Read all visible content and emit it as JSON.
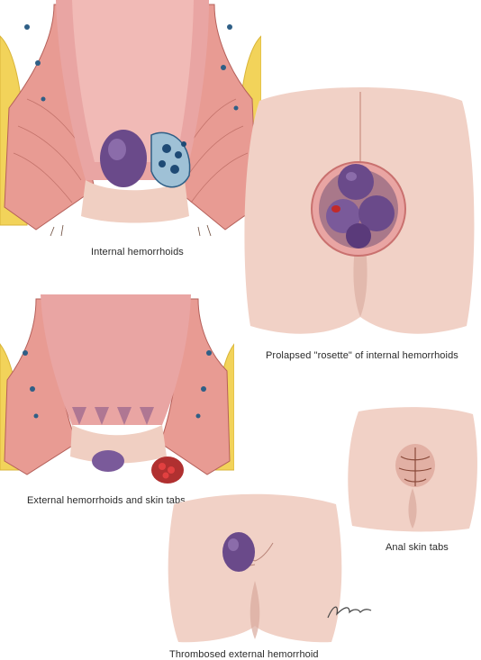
{
  "captions": {
    "internal": "Internal hemorrhoids",
    "prolapsed": "Prolapsed \"rosette\" of internal hemorrhoids",
    "external": "External hemorrhoids and skin tabs",
    "anal_tabs": "Anal skin tabs",
    "thrombosed": "Thrombosed external hemorrhoid"
  },
  "signature": "F. Netter",
  "colors": {
    "mucosa": "#e9a5a3",
    "mucosa_dark": "#c9716f",
    "muscle": "#e89b93",
    "fat": "#f2d35a",
    "vein_blue": "#2f5f86",
    "hemorrhoid": "#6a4a8a",
    "skin": "#f1d1c6",
    "skin_shadow": "#d9a99c",
    "clot_red": "#c22a2a"
  }
}
